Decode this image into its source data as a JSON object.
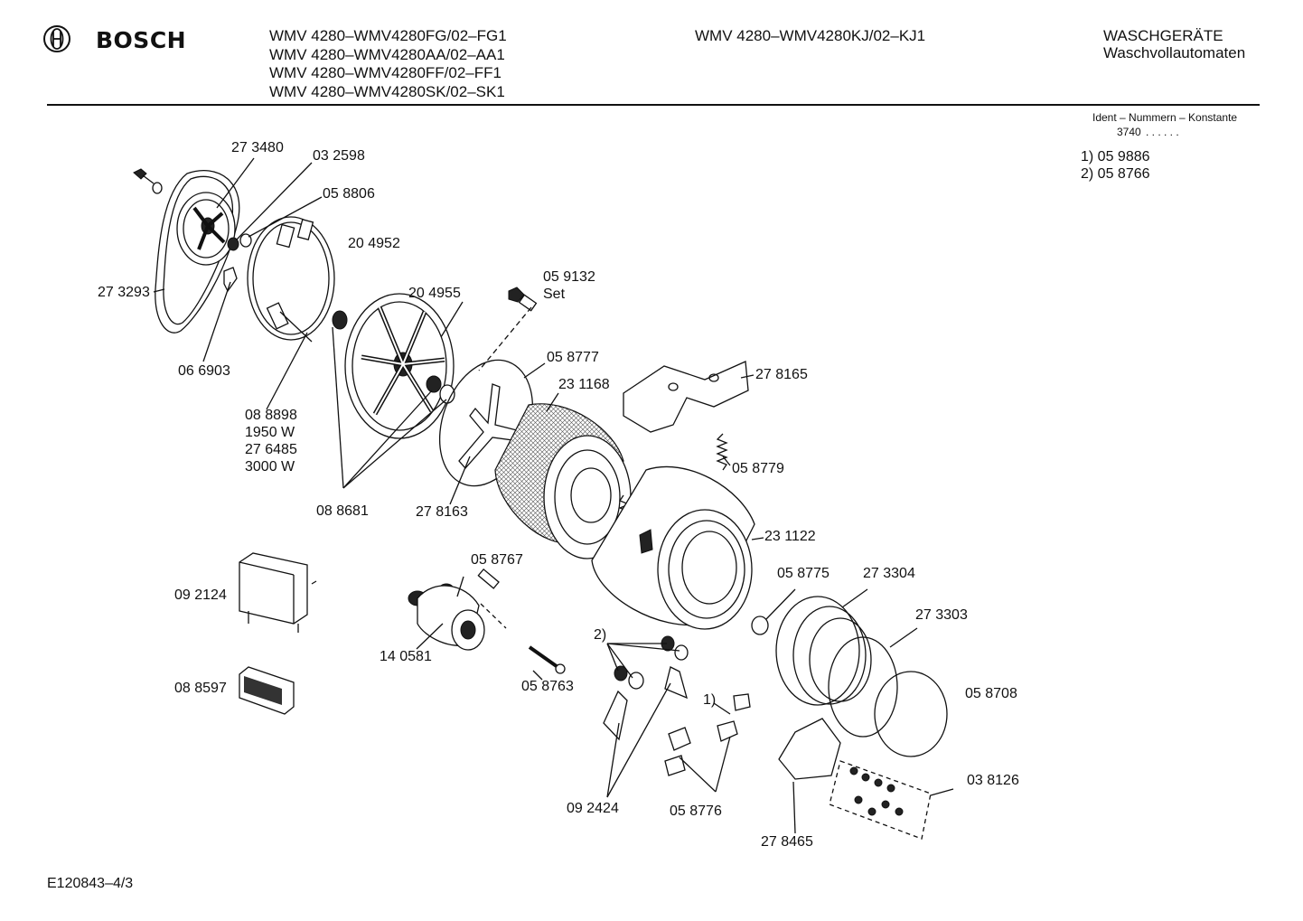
{
  "header": {
    "brand": "BOSCH",
    "models_left": [
      "WMV 4280–WMV4280FG/02–FG1",
      "WMV 4280–WMV4280AA/02–AA1",
      "WMV 4280–WMV4280FF/02–FF1",
      "WMV 4280–WMV4280SK/02–SK1"
    ],
    "models_mid": "WMV 4280–WMV4280KJ/02–KJ1",
    "category_line1": "WASCHGERÄTE",
    "category_line2": "Waschvollautomaten"
  },
  "ident": {
    "title": "Ident – Nummern – Konstante",
    "code": "3740",
    "dots": ". .  . . . .",
    "variants": [
      "1)  05 9886",
      "2)  05 8766"
    ]
  },
  "part_labels": [
    "27 3480",
    "03 2598",
    "05 8806",
    "20 4952",
    "27 3293",
    "06 6903",
    "08 8898",
    "1950 W",
    "27 6485",
    "3000 W",
    "20 4955",
    "05 9132",
    "Set",
    "05 8777",
    "23 1168",
    "27 8165",
    "05 8779",
    "08 8681",
    "27 8163",
    "23 1122",
    "05 8775",
    "27 3304",
    "27 3303",
    "05 8708",
    "09 2124",
    "05 8767",
    "14 0581",
    "05 8763",
    "08 8597",
    "2)",
    "1)",
    "09 2424",
    "05 8776",
    "03 8126",
    "27 8465"
  ],
  "footer": {
    "doc_id": "E120843–4/3"
  }
}
